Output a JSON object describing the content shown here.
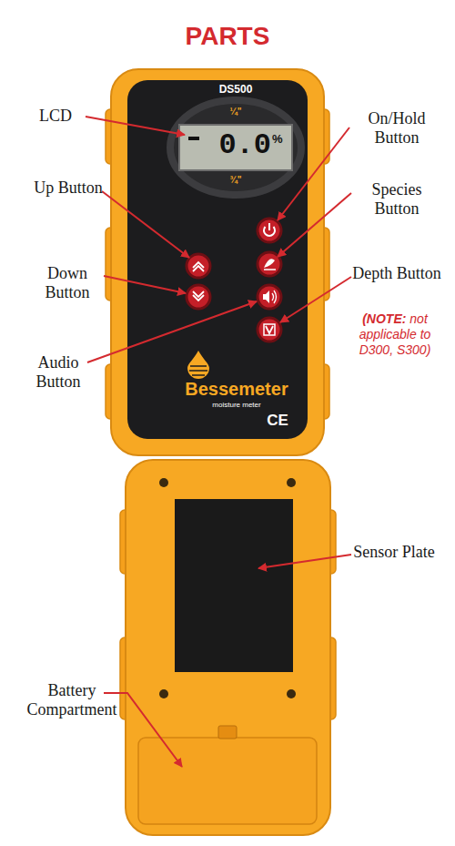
{
  "diagram": {
    "title": "PARTS",
    "labels": [
      "LCD",
      "On/Hold Button",
      "DS500",
      "¼\"",
      "0.0",
      "%",
      "¾\"",
      "Up Button",
      "Species Button",
      "Down Button",
      "Depth Button",
      "(NOTE:",
      "not applicable to D300, S300)",
      "Audio Button",
      "Bessemeter",
      "moisture meter",
      "CE",
      "Sensor Plate",
      "Battery Compartment"
    ]
  }
}
